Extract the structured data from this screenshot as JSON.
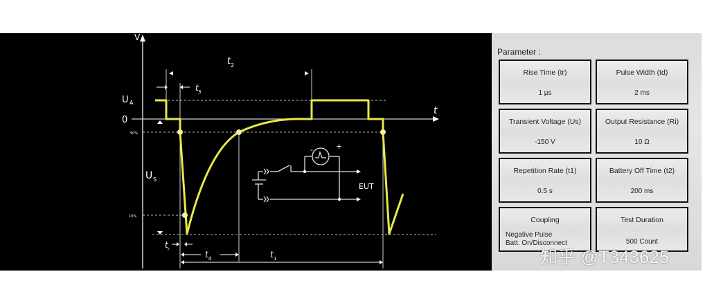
{
  "diagram": {
    "axis_v_label": "V",
    "axis_t_label": "t",
    "level_labels": {
      "ua": "U",
      "ua_sub": "A",
      "zero": "0",
      "us": "U",
      "us_sub": "S",
      "pct90": "90%",
      "pct10": "10%"
    },
    "time_labels": {
      "t2": "t",
      "t2_sub": "2",
      "t3": "t",
      "t3_sub": "3",
      "tr": "t",
      "tr_sub": "r",
      "td": "t",
      "td_sub": "d",
      "t1": "t",
      "t1_sub": "1"
    },
    "circuit": {
      "eut_label": "EUT",
      "source_minus": "-",
      "source_plus": "+"
    },
    "colors": {
      "waveform": "#e8e84a",
      "lines": "#cfcfcf",
      "background": "#000000"
    }
  },
  "parameters": {
    "title": "Parameter :",
    "items": [
      {
        "label": "Rise Time (tr)",
        "value": "1 µs"
      },
      {
        "label": "Pulse Width (td)",
        "value": "2 ms"
      },
      {
        "label": "Transient Voltage (Us)",
        "value": "-150 V"
      },
      {
        "label": "Output Resistance (Ri)",
        "value": "10 Ω"
      },
      {
        "label": "Repetition Rate (t1)",
        "value": "0.5 s"
      },
      {
        "label": "Battery Off Time (t2)",
        "value": "200 ms"
      },
      {
        "label": "Coupling",
        "value_line1": "Negative Pulse",
        "value_line2": "Batt. On/Disconnect"
      },
      {
        "label": "Test Duration",
        "value": "500 Count"
      }
    ]
  },
  "watermark": "知乎 @T343625"
}
